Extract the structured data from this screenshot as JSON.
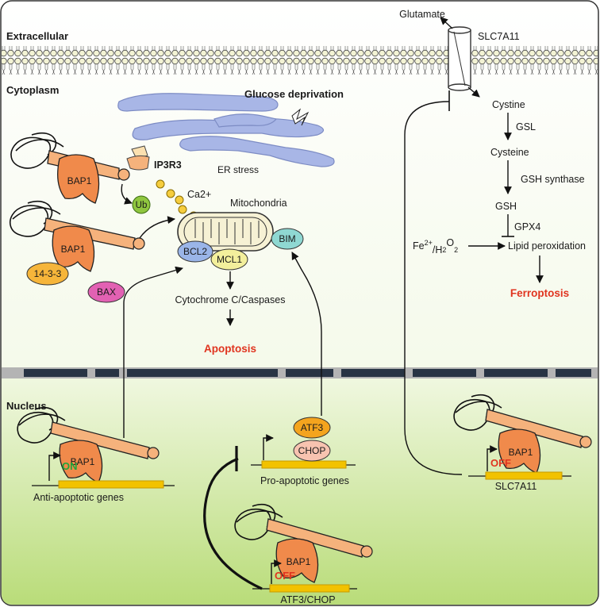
{
  "regions": {
    "extracellular": "Extracellular",
    "cytoplasm": "Cytoplasm",
    "nucleus": "Nucleus"
  },
  "membrane": {
    "glutamate": "Glutamate",
    "transporter": "SLC7A11"
  },
  "er": {
    "glucose_deprivation": "Glucose deprivation",
    "er_stress": "ER stress"
  },
  "ip3r3": {
    "label": "IP3R3",
    "ub": "Ub",
    "ca": "Ca2+"
  },
  "mito": {
    "label": "Mitochondria",
    "bcl2": "BCL2",
    "mcl1": "MCL1",
    "bim": "BIM",
    "cyto_c": "Cytochrome C/Caspases",
    "apoptosis": "Apoptosis"
  },
  "complex": {
    "bap1": "BAP1",
    "p1433": "14-3-3",
    "bax": "BAX"
  },
  "ferroptosis_pathway": {
    "cystine": "Cystine",
    "gsl": "GSL",
    "cysteine": "Cysteine",
    "gsh_synthase": "GSH synthase",
    "gsh": "GSH",
    "gpx4": "GPX4",
    "fe_h2o2": "Fe2+/H2O2",
    "lipid_perox": "Lipid peroxidation",
    "ferroptosis": "Ferroptosis"
  },
  "nuclear": {
    "on": "ON",
    "anti_apoptotic": "Anti-apoptotic genes",
    "atf3": "ATF3",
    "chop": "CHOP",
    "pro_apoptotic": "Pro-apoptotic genes",
    "off": "OFF",
    "atf3_chop_gene": "ATF3/CHOP",
    "slc7a11_gene": "SLC7A11"
  },
  "colors": {
    "bap1_body": "#f08a4b",
    "bap1_arm": "#f5b27c",
    "er": "#a8b6e6",
    "ub": "#8fc63f",
    "bcl2": "#9ab5e8",
    "mcl1": "#f3ef9c",
    "bim": "#8fd8d2",
    "p1433": "#f6b53a",
    "bax": "#e261b3",
    "atf3": "#f4a41e",
    "chop": "#f7c3b0",
    "apoptosis": "#e0341f",
    "on": "#21a63a",
    "gene_bar": "#f2c200"
  }
}
